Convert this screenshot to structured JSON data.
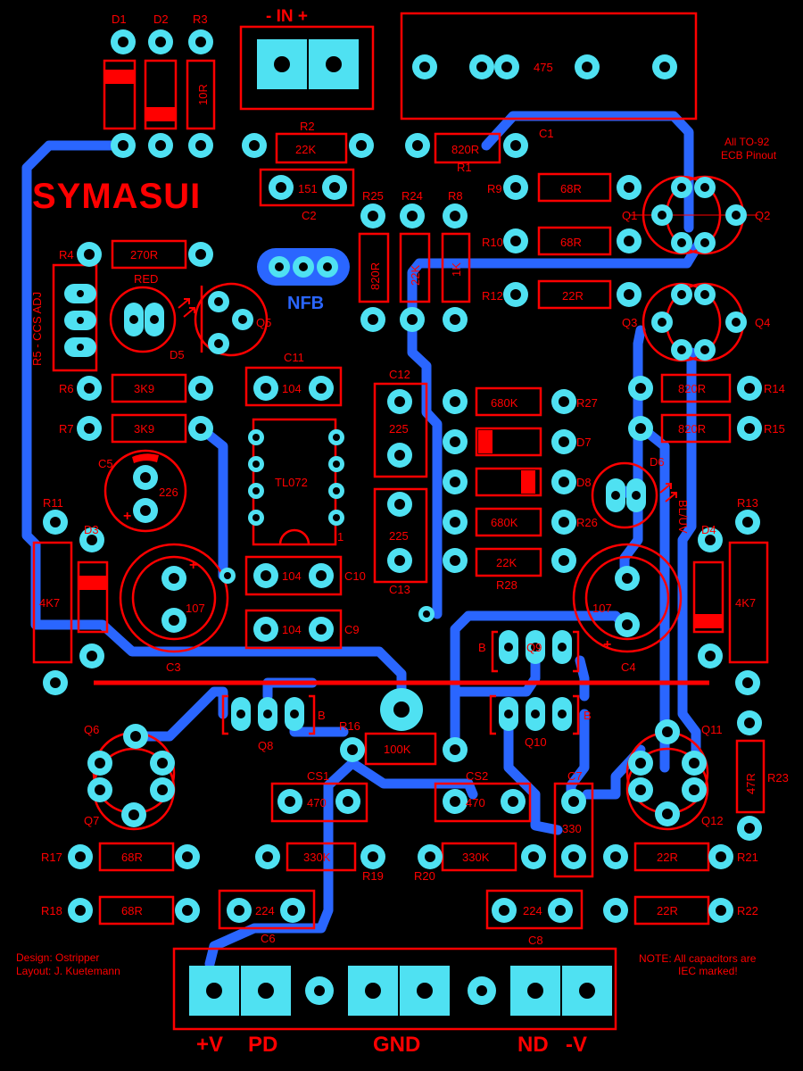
{
  "title": "SYMASUI",
  "nfb_label": "NFB",
  "input_label": "- IN +",
  "note_to92": [
    "All TO-92",
    "ECB Pinout"
  ],
  "credits": [
    "Design: Ostripper",
    "Layout: J. Kuetemann"
  ],
  "note_caps": [
    "NOTE: All capacitors are",
    "IEC marked!"
  ],
  "output_labels": {
    "v_plus": "+V",
    "pd_left": "PD",
    "gnd": "GND",
    "nd_right": "ND",
    "v_minus": "-V"
  },
  "designators": {
    "D1": "D1",
    "D2": "D2",
    "R3": "R3",
    "R2": "R2",
    "R1": "R1",
    "C1": "C1",
    "C2": "C2",
    "R25": "R25",
    "R24": "R24",
    "R8": "R8",
    "R9": "R9",
    "R10": "R10",
    "R12": "R12",
    "Q1": "Q1",
    "Q2": "Q2",
    "Q3": "Q3",
    "Q4": "Q4",
    "Q5": "Q5",
    "R4": "R4",
    "RED": "RED",
    "D5": "D5",
    "R5": "R5 - CCS ADJ",
    "R6": "R6",
    "R7": "R7",
    "C11": "C11",
    "C12": "C12",
    "R27": "R27",
    "D7": "D7",
    "D8": "D8",
    "D6": "D6",
    "R26": "R26",
    "R28": "R28",
    "C13": "C13",
    "R14": "R14",
    "R15": "R15",
    "C5": "C5",
    "R11": "R11",
    "D3": "D3",
    "R13": "R13",
    "D4": "D4",
    "C10": "C10",
    "C9": "C9",
    "C3": "C3",
    "C4": "C4",
    "Q9": "Q9",
    "Q8": "Q8",
    "Q10": "Q10",
    "Q6": "Q6",
    "Q7": "Q7",
    "Q11": "Q11",
    "Q12": "Q12",
    "R16": "R16",
    "CS1": "CS1",
    "CS2": "CS2",
    "C7": "C7",
    "R23": "R23",
    "R17": "R17",
    "R18": "R18",
    "R19": "R19",
    "R20": "R20",
    "R21": "R21",
    "R22": "R22",
    "C6": "C6",
    "C8": "C8",
    "BLUV": "BL/UV",
    "TL072": "TL072",
    "B_Q9": "B",
    "B_Q8": "B",
    "B_Q10": "B",
    "pin1": "1"
  },
  "values": {
    "R3": "10R",
    "R2": "22K",
    "R1": "820R",
    "C2": "151",
    "trim": "475",
    "R25": "820R",
    "R24": "22K",
    "R8": "1K",
    "R9": "68R",
    "R10": "68R",
    "R12": "22R",
    "R4": "270R",
    "R6": "3K9",
    "R7": "3K9",
    "C11": "104",
    "C12": "225",
    "C13": "225",
    "R27": "680K",
    "R26": "680K",
    "R28": "22K",
    "R14": "820R",
    "R15": "820R",
    "C5": "226",
    "R11": "4K7",
    "R13": "4K7",
    "C10": "104",
    "C9": "104",
    "C3": "107",
    "C4": "107",
    "R16": "100K",
    "CS1": "470",
    "CS2": "470",
    "C7": "330",
    "R23": "47R",
    "R17": "68R",
    "R18": "68R",
    "R19": "330K",
    "R20": "330K",
    "R21": "22R",
    "R22": "22R",
    "C6": "224",
    "C8": "224"
  },
  "colors": {
    "background": "#000000",
    "trace": "#2a66ff",
    "pad": "#4fe1f2",
    "silk": "#ff0000"
  }
}
